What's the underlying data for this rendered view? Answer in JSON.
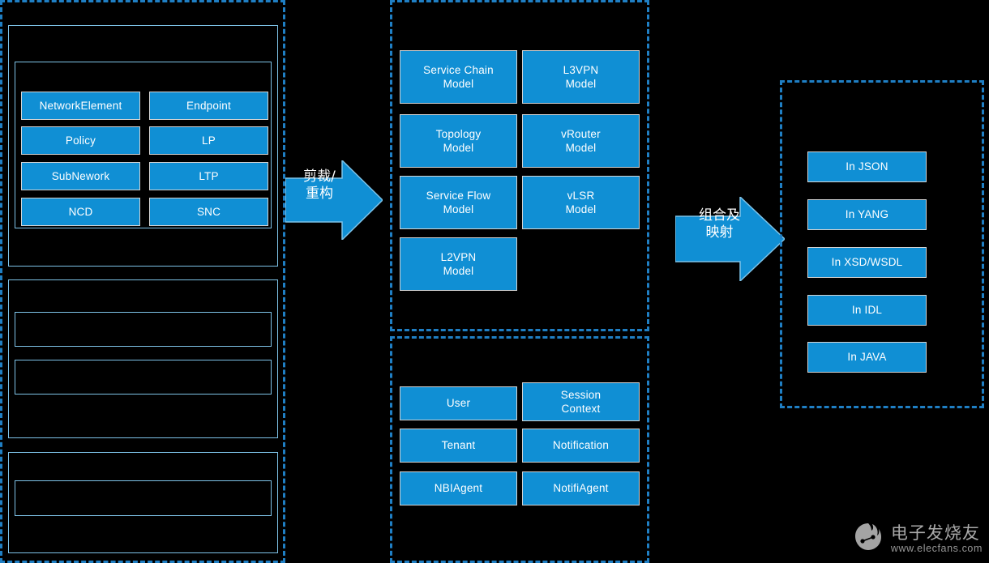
{
  "meta": {
    "background_color": "#000000",
    "accent_blue": "#108fd4",
    "dashed_border_color": "#1f7fc4",
    "outline_color": "#7ec3e8",
    "tile_border_color": "#d4d4d4",
    "text_color": "#ffffff"
  },
  "left_column": {
    "group_label": "",
    "sections": [
      {
        "name": "resource-model-section",
        "tiles": [
          {
            "label": "NetworkElement"
          },
          {
            "label": "Endpoint"
          },
          {
            "label": "Policy"
          },
          {
            "label": "LP"
          },
          {
            "label": "SubNework"
          },
          {
            "label": "LTP"
          },
          {
            "label": "NCD"
          },
          {
            "label": "SNC"
          }
        ]
      },
      {
        "name": "second-section",
        "tiles": []
      },
      {
        "name": "third-section",
        "tiles": []
      }
    ]
  },
  "middle_column": {
    "upper_group": {
      "name": "service-model-group",
      "tiles": [
        {
          "label": "Service Chain\nModel"
        },
        {
          "label": "L3VPN\nModel"
        },
        {
          "label": "Topology\nModel"
        },
        {
          "label": "vRouter\nModel"
        },
        {
          "label": "Service Flow\nModel"
        },
        {
          "label": "vLSR\nModel"
        },
        {
          "label": "L2VPN\nModel"
        }
      ]
    },
    "lower_group": {
      "name": "system-model-group",
      "tiles": [
        {
          "label": "User"
        },
        {
          "label": "Session\nContext"
        },
        {
          "label": "Tenant"
        },
        {
          "label": "Notification"
        },
        {
          "label": "NBIAgent"
        },
        {
          "label": "NotifiAgent"
        }
      ]
    }
  },
  "right_column": {
    "name": "representation-group",
    "tiles": [
      {
        "label": "In JSON"
      },
      {
        "label": "In YANG"
      },
      {
        "label": "In XSD/WSDL"
      },
      {
        "label": "In IDL"
      },
      {
        "label": "In JAVA"
      }
    ]
  },
  "arrows": [
    {
      "name": "arrow-crop-rebuild",
      "label": "剪裁/\n重构"
    },
    {
      "name": "arrow-compose-map",
      "label": "组合及\n映射"
    }
  ],
  "watermark": {
    "brand_cn": "电子发烧友",
    "url": "www.elecfans.com"
  }
}
